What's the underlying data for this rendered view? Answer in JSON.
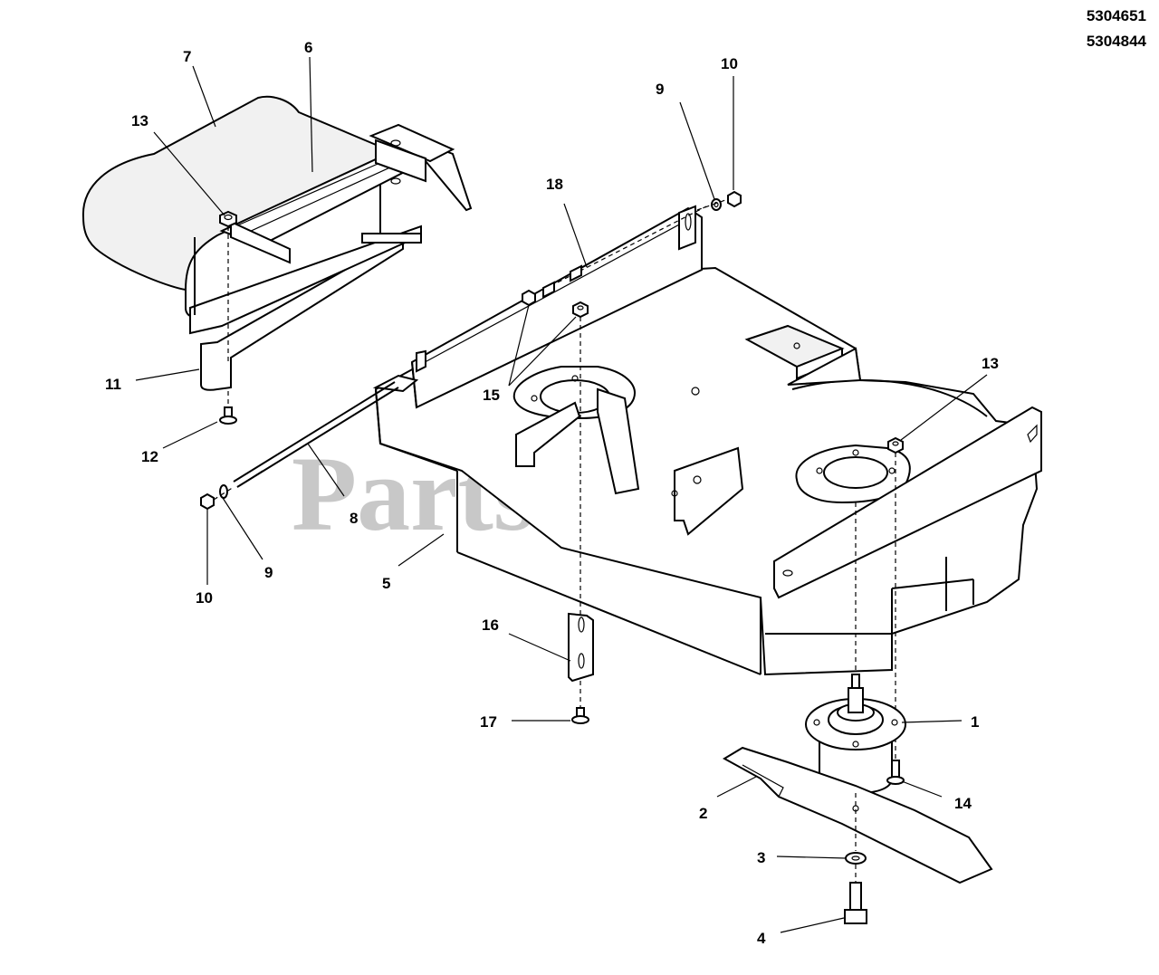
{
  "header": {
    "part_numbers": [
      "5304651",
      "5304844"
    ]
  },
  "watermark": {
    "text": "PartsTree",
    "mark": "™",
    "color": "#c8c8c8"
  },
  "callouts": [
    {
      "id": "c1",
      "label": "1"
    },
    {
      "id": "c2",
      "label": "2"
    },
    {
      "id": "c3",
      "label": "3"
    },
    {
      "id": "c4",
      "label": "4"
    },
    {
      "id": "c5",
      "label": "5"
    },
    {
      "id": "c6",
      "label": "6"
    },
    {
      "id": "c7",
      "label": "7"
    },
    {
      "id": "c8",
      "label": "8"
    },
    {
      "id": "c9a",
      "label": "9"
    },
    {
      "id": "c9b",
      "label": "9"
    },
    {
      "id": "c10a",
      "label": "10"
    },
    {
      "id": "c10b",
      "label": "10"
    },
    {
      "id": "c11",
      "label": "11"
    },
    {
      "id": "c12",
      "label": "12"
    },
    {
      "id": "c13a",
      "label": "13"
    },
    {
      "id": "c13b",
      "label": "13"
    },
    {
      "id": "c14",
      "label": "14"
    },
    {
      "id": "c15",
      "label": "15"
    },
    {
      "id": "c16",
      "label": "16"
    },
    {
      "id": "c17",
      "label": "17"
    },
    {
      "id": "c18",
      "label": "18"
    }
  ]
}
